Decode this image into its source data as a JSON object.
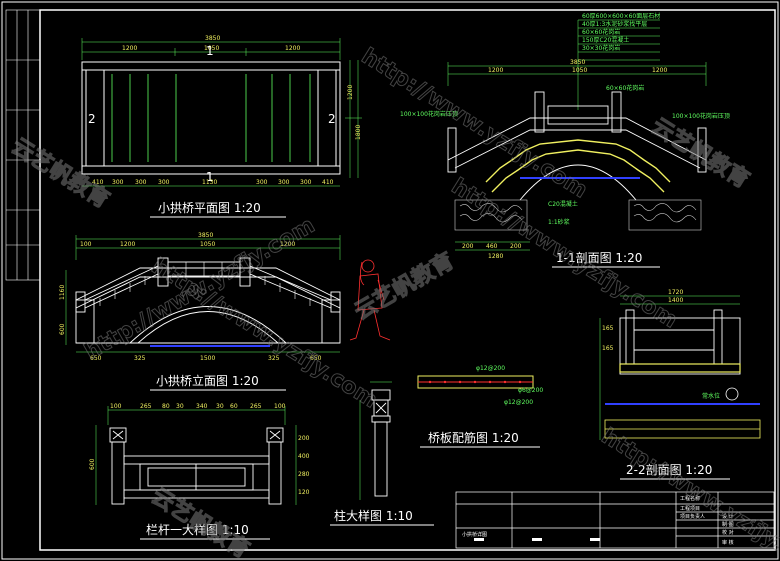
{
  "titles": {
    "plan": "小拱桥平面图 1:20",
    "elevation": "小拱桥立面图 1:20",
    "section11": "1-1剖面图 1:20",
    "rebar": "桥板配筋图 1:20",
    "section22": "2-2剖面图 1:20",
    "railing": "栏杆一大样图 1:10",
    "column": "柱大样图 1:10"
  },
  "plan": {
    "top_dims": [
      "3850",
      "1200",
      "1050",
      "1200"
    ],
    "bottom_dims": [
      "410",
      "300",
      "300",
      "300",
      "1130",
      "300",
      "300",
      "300",
      "410"
    ],
    "side_dims": [
      "1200",
      "1800"
    ],
    "marks": [
      "1",
      "1",
      "2",
      "2"
    ]
  },
  "elevation": {
    "top_dims": [
      "3850",
      "100",
      "1200",
      "1050",
      "1200"
    ],
    "bottom_dims": [
      "650",
      "325",
      "1500",
      "325",
      "650"
    ],
    "left_dims": [
      "1160",
      "600"
    ]
  },
  "section11": {
    "notes": [
      "60厚600×600×60面层石材",
      "40厚1:3水泥砂浆找平层",
      "60×60花岗岩",
      "150厚C20混凝土",
      "30×30花岗岩",
      "60×60花岗岩",
      "100×100花岗岩压顶",
      "C20混凝土",
      "1:1砂浆"
    ],
    "dims": [
      "3850",
      "1200",
      "1050",
      "1200"
    ],
    "bottom_dims": [
      "200",
      "460",
      "200",
      "1280"
    ]
  },
  "rebar": {
    "labels": [
      "φ12@200",
      "φ6@200",
      "φ12@200"
    ]
  },
  "section22": {
    "dims": [
      "1720",
      "1400",
      "165",
      "165"
    ],
    "level_label": "常水位"
  },
  "railing": {
    "top_dims": [
      "100",
      "265",
      "80",
      "30",
      "340",
      "30",
      "60",
      "265",
      "100"
    ],
    "right_dims": [
      "200",
      "400",
      "280",
      "120"
    ],
    "left_dims": [
      "600"
    ]
  },
  "title_block": {
    "rows": [
      "工程名称",
      "工程项目",
      "项目负责人",
      "设 计",
      "制 图",
      "校 对",
      "审 核"
    ],
    "drawing_name": "小拱桥详图"
  },
  "watermarks": [
    "http://www.yzfjy.com",
    "云艺帆教育"
  ],
  "colors": {
    "background": "#000000",
    "line": "#ffffff",
    "dim": "#f0f060",
    "note": "#60ff60",
    "figure": "#ff3030",
    "water": "#3040ff"
  }
}
